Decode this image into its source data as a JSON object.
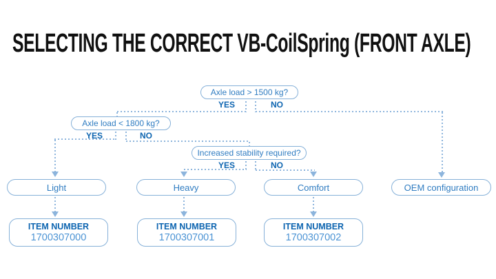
{
  "title": "SELECTING THE CORRECT VB-CoilSpring (FRONT AXLE)",
  "colors": {
    "line_and_borders": "#8cb4dc",
    "question_text": "#2f7cc1",
    "bold_labels": "#0c64b0",
    "item_number_text": "#4b93d4",
    "title_text": "#101010",
    "background": "#ffffff"
  },
  "flowchart": {
    "decisions": [
      {
        "label": "Axle load > 1500 kg?",
        "yes": "YES",
        "no": "NO"
      },
      {
        "label": "Axle load < 1800 kg?",
        "yes": "YES",
        "no": "NO"
      },
      {
        "label": "Increased stability required?",
        "yes": "YES",
        "no": "NO"
      }
    ],
    "outcomes": [
      {
        "label": "Light"
      },
      {
        "label": "Heavy"
      },
      {
        "label": "Comfort"
      },
      {
        "label": "OEM configuration"
      }
    ],
    "items": [
      {
        "label": "ITEM NUMBER",
        "number": "1700307000"
      },
      {
        "label": "ITEM NUMBER",
        "number": "1700307001"
      },
      {
        "label": "ITEM NUMBER",
        "number": "1700307002"
      }
    ]
  }
}
